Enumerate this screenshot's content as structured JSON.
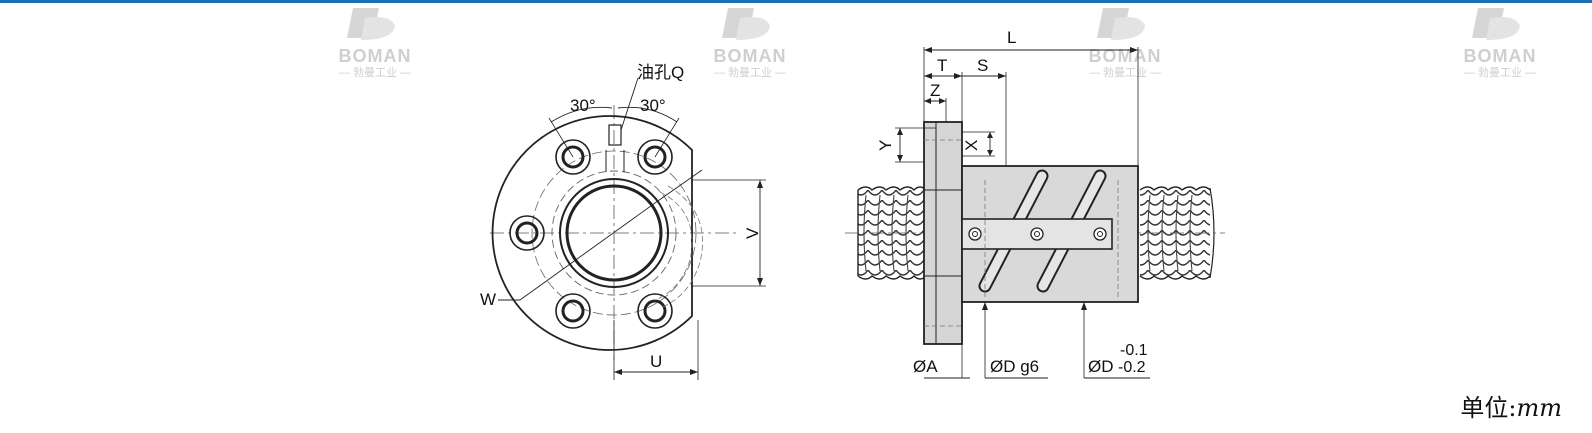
{
  "watermark": {
    "logo_text": "BOMAN",
    "sub_text": "— 勃曼工业 —",
    "color": "#c8c8c8"
  },
  "front_view": {
    "labels": {
      "oil_hole": "油孔Q",
      "angle_left": "30°",
      "angle_right": "30°",
      "w": "W",
      "v": "V",
      "u": "U"
    }
  },
  "side_view": {
    "labels": {
      "l": "L",
      "t": "T",
      "s": "S",
      "z": "Z",
      "y": "Y",
      "x": "X",
      "dia_a": "ØA",
      "dia_d_g6": "ØD g6",
      "dia_d": "ØD",
      "tol_upper": "-0.1",
      "tol_lower": "-0.2"
    }
  },
  "unit": {
    "label": "单位:",
    "value": "mm"
  },
  "colors": {
    "accent": "#1b6fb3",
    "line": "#222222",
    "body_fill": "#d9d9d9"
  }
}
